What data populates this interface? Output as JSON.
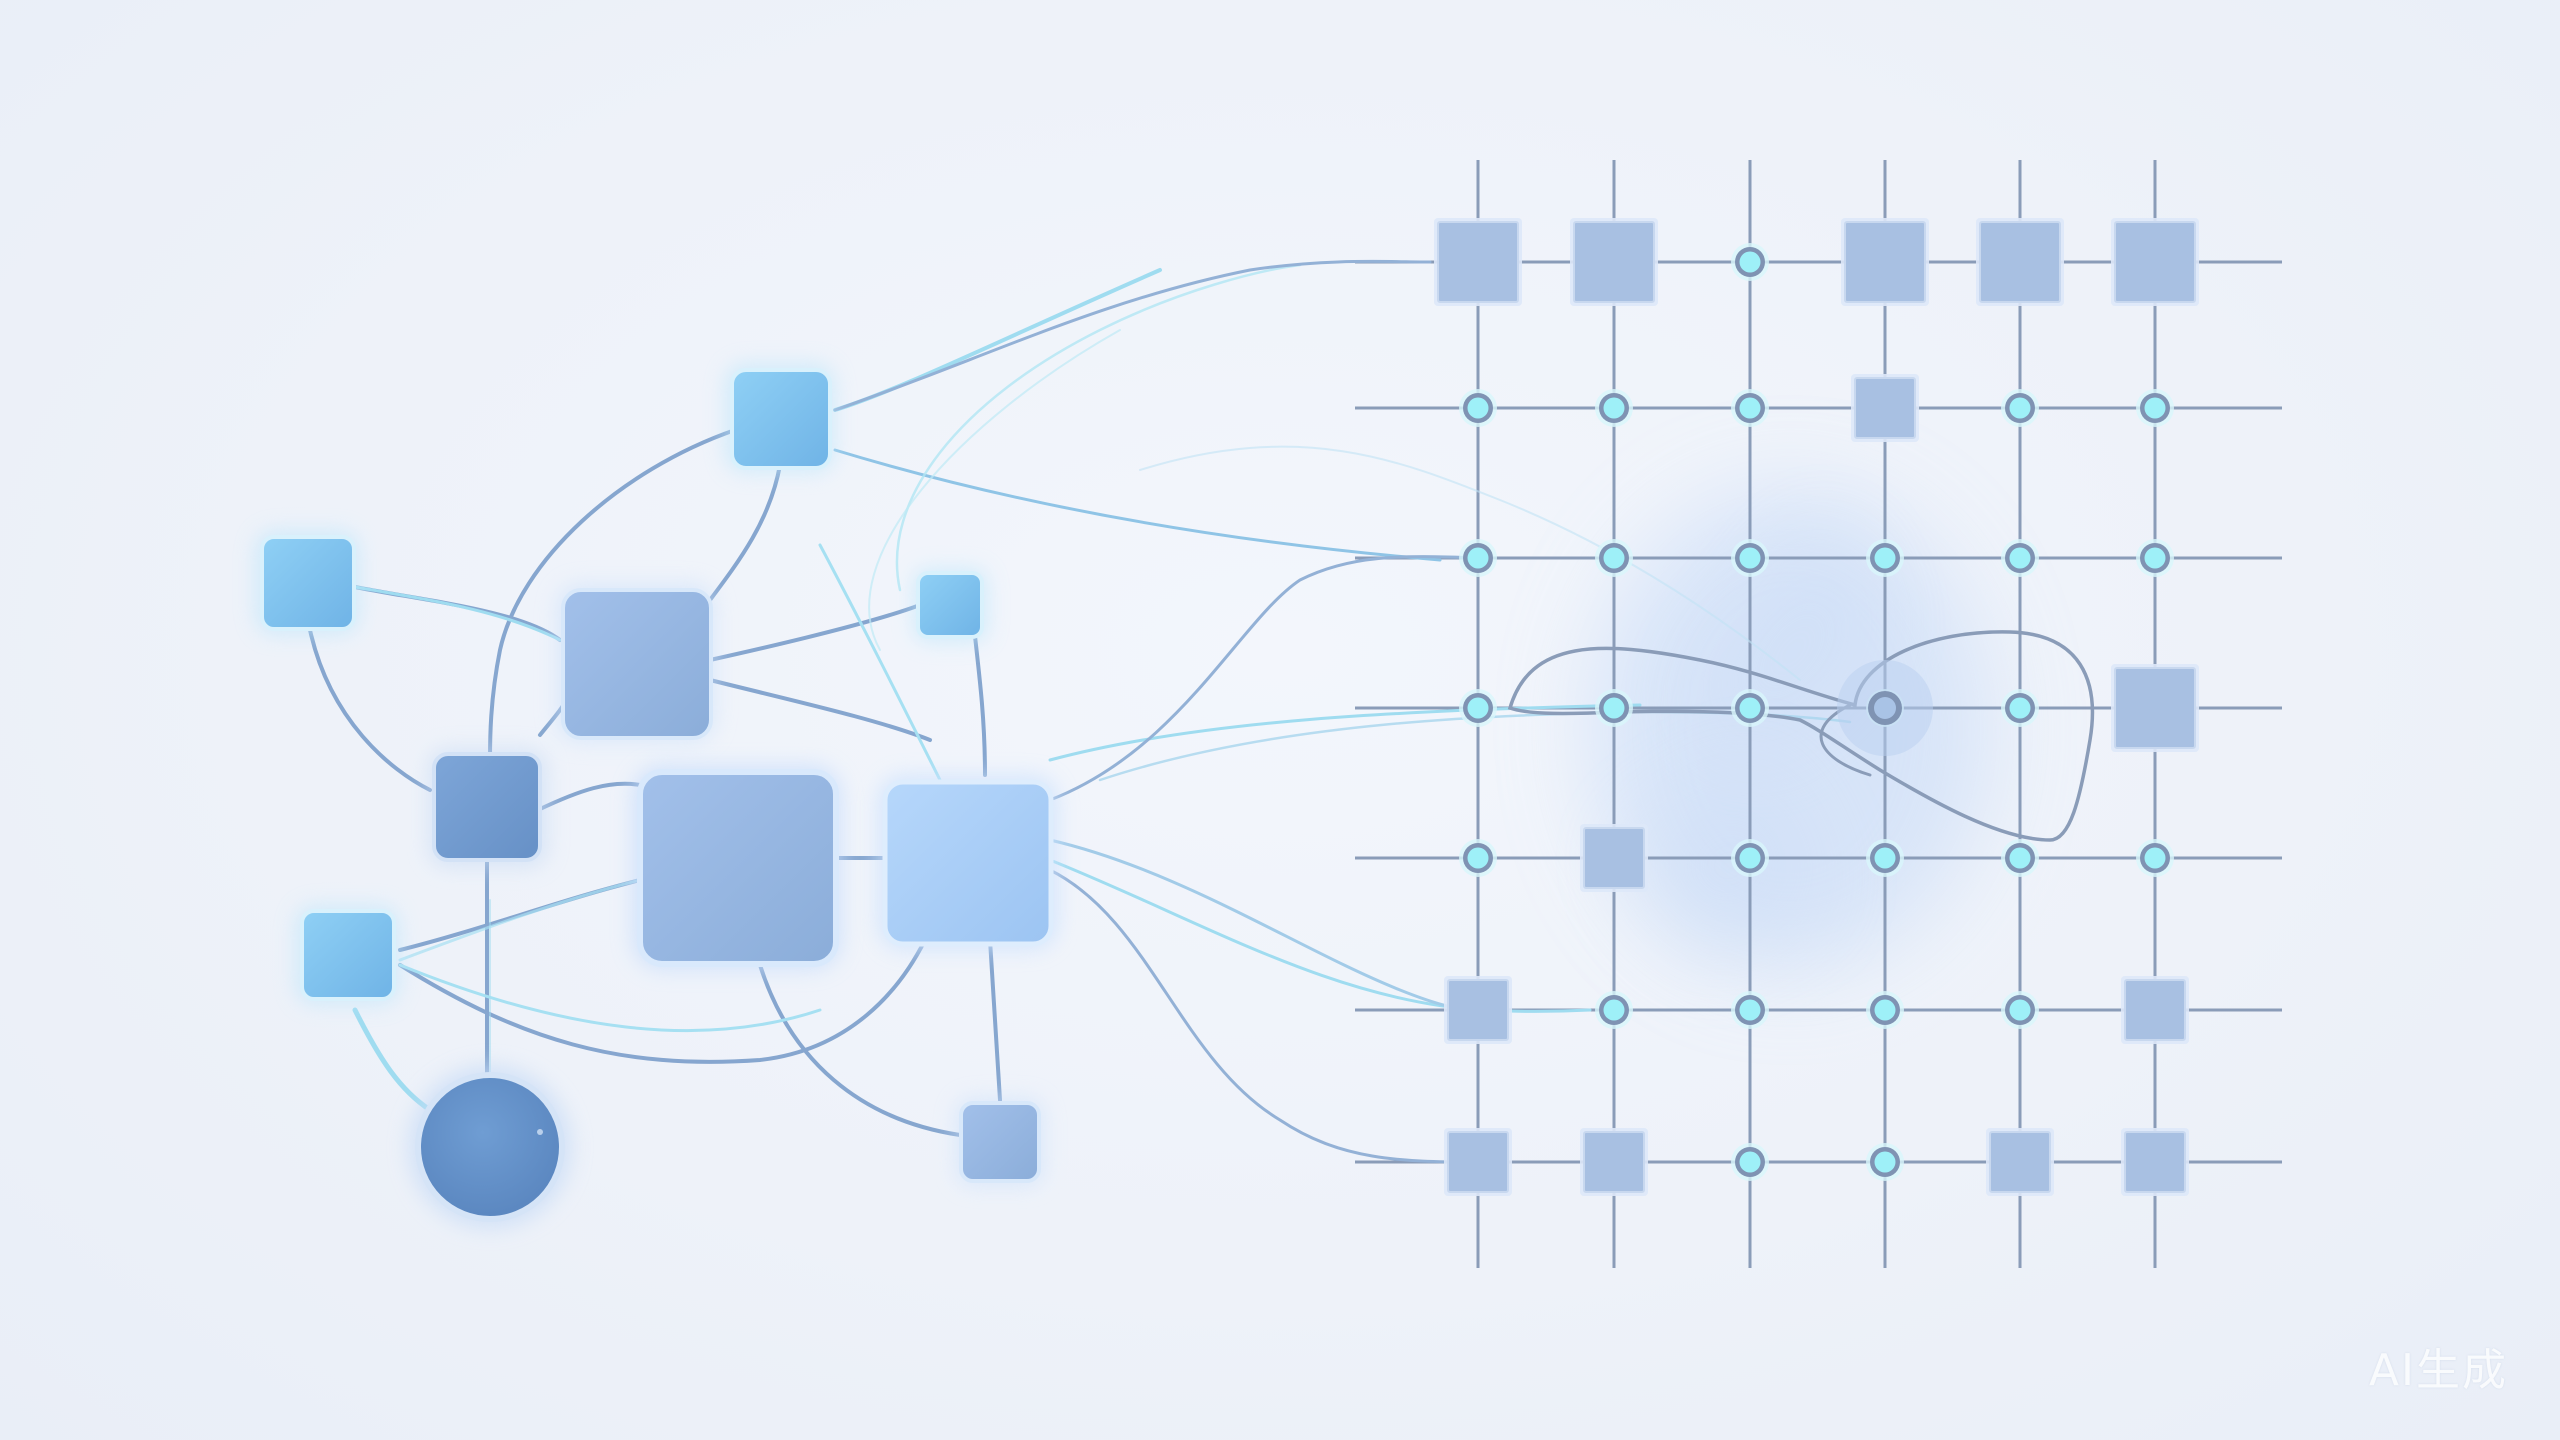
{
  "watermark": {
    "text": "AI生成"
  },
  "colors": {
    "background": "#eef2f9",
    "grid_line": "#8a9cb8",
    "grid_square": "#a8c0e2",
    "grid_dot_fill": "#9ef0f8",
    "grid_dot_ring": "#7f93b3",
    "node_dark": "#6b98cf",
    "node_mid": "#8fb4e4",
    "node_light": "#79bdec",
    "node_pale": "#a9cff5",
    "edge_blue": "#86a6cf",
    "edge_cyan": "#9fdcf0",
    "glow": "#bcd3f5"
  },
  "network": {
    "nodes": [
      {
        "id": "n1",
        "shape": "square",
        "tone": "light"
      },
      {
        "id": "n2",
        "shape": "square",
        "tone": "light"
      },
      {
        "id": "n3",
        "shape": "square",
        "tone": "mid"
      },
      {
        "id": "n4",
        "shape": "square",
        "tone": "light"
      },
      {
        "id": "n5",
        "shape": "square",
        "tone": "dark"
      },
      {
        "id": "n6",
        "shape": "square",
        "tone": "mid"
      },
      {
        "id": "n7",
        "shape": "square",
        "tone": "pale"
      },
      {
        "id": "n8",
        "shape": "square",
        "tone": "light"
      },
      {
        "id": "n9",
        "shape": "circle",
        "tone": "dark"
      },
      {
        "id": "n10",
        "shape": "square",
        "tone": "mid"
      }
    ]
  },
  "grid": {
    "columns": 6,
    "rows": 7,
    "cells": [
      [
        "square",
        "square",
        "dot",
        "square",
        "square",
        "square"
      ],
      [
        "dot",
        "dot",
        "dot",
        "square",
        "dot",
        "dot"
      ],
      [
        "dot",
        "dot",
        "dot",
        "dot",
        "dot",
        "dot"
      ],
      [
        "dot",
        "dot",
        "dot",
        "dot",
        "dot",
        "square"
      ],
      [
        "dot",
        "square",
        "dot",
        "dot",
        "dot",
        "dot"
      ],
      [
        "square",
        "dot",
        "dot",
        "dot",
        "dot",
        "square"
      ],
      [
        "square",
        "square",
        "dot",
        "dot",
        "square",
        "square"
      ]
    ]
  }
}
